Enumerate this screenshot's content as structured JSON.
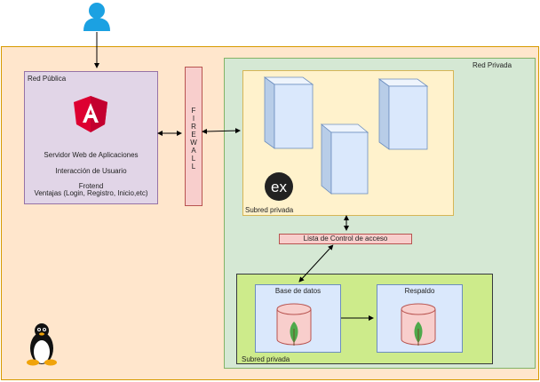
{
  "zones": {
    "outer": "",
    "public_net": "Red Pública",
    "private_net": "Red Privada",
    "subnet_top": "Subred privada",
    "subnet_bottom": "Subred privada"
  },
  "web_server": {
    "line1": "Servidor Web de Aplicaciones",
    "line2": "Interacción de Usuario",
    "line3": "Frotend",
    "line4": "Ventajas  (Login, Registro, Inicio,etc)"
  },
  "firewall": {
    "label": "FIREWALL",
    "letters": [
      "F",
      "I",
      "R",
      "E",
      "W",
      "A",
      "L",
      "L"
    ]
  },
  "acl": {
    "label": "Lista de Control  de acceso"
  },
  "databases": {
    "main": "Base de datos",
    "backup": "Respaldo"
  },
  "icons": [
    "user-icon",
    "angular-icon",
    "express-icon",
    "server-cube-icon",
    "database-cylinder-icon",
    "mongodb-leaf-icon",
    "linux-penguin-icon"
  ],
  "colors": {
    "outer_fill": "#ffe6cc",
    "outer_stroke": "#d79b00",
    "public_fill": "#e1d5e7",
    "public_stroke": "#9673a6",
    "private_fill": "#d5e8d4",
    "private_stroke": "#82b366",
    "subnet_top_fill": "#fff2cc",
    "subnet_top_stroke": "#d6b656",
    "firewall_fill": "#f8cecc",
    "firewall_stroke": "#b85450",
    "subnet_bottom_fill": "#cdeb8b",
    "subnet_bottom_stroke": "#36393d",
    "db_box_fill": "#dae8fc",
    "db_box_stroke": "#6c8ebf",
    "user_icon": "#1ba1e2",
    "angular": "#dd0031"
  }
}
